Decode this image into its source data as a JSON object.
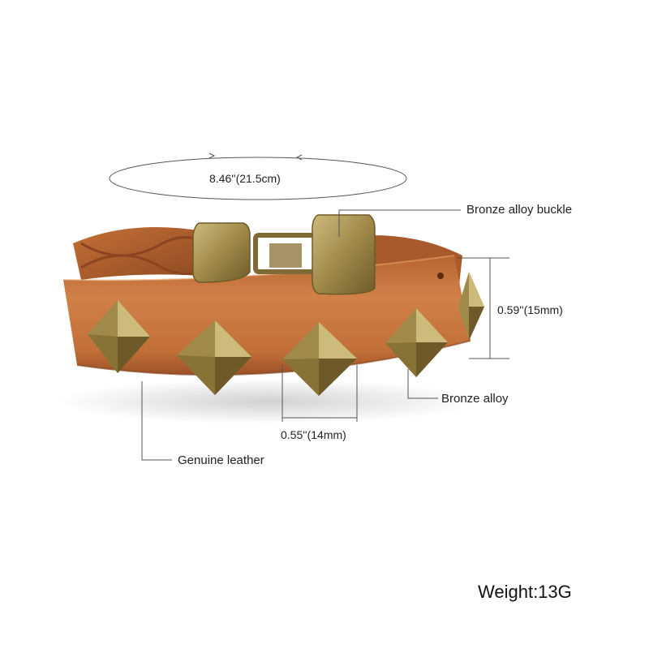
{
  "labels": {
    "circumference": "8.46''(21.5cm)",
    "buckle": "Bronze alloy buckle",
    "width": "0.59''(15mm)",
    "stud": "Bronze alloy",
    "stud_width": "0.55''(14mm)",
    "leather": "Genuine leather",
    "weight": "Weight:13G"
  },
  "colors": {
    "leather": "#c7743e",
    "leather_dark": "#9b5226",
    "bronze": "#a08a4a",
    "bronze_light": "#cdbb7c",
    "bronze_dark": "#6d5a28",
    "guide_line": "#555555"
  }
}
